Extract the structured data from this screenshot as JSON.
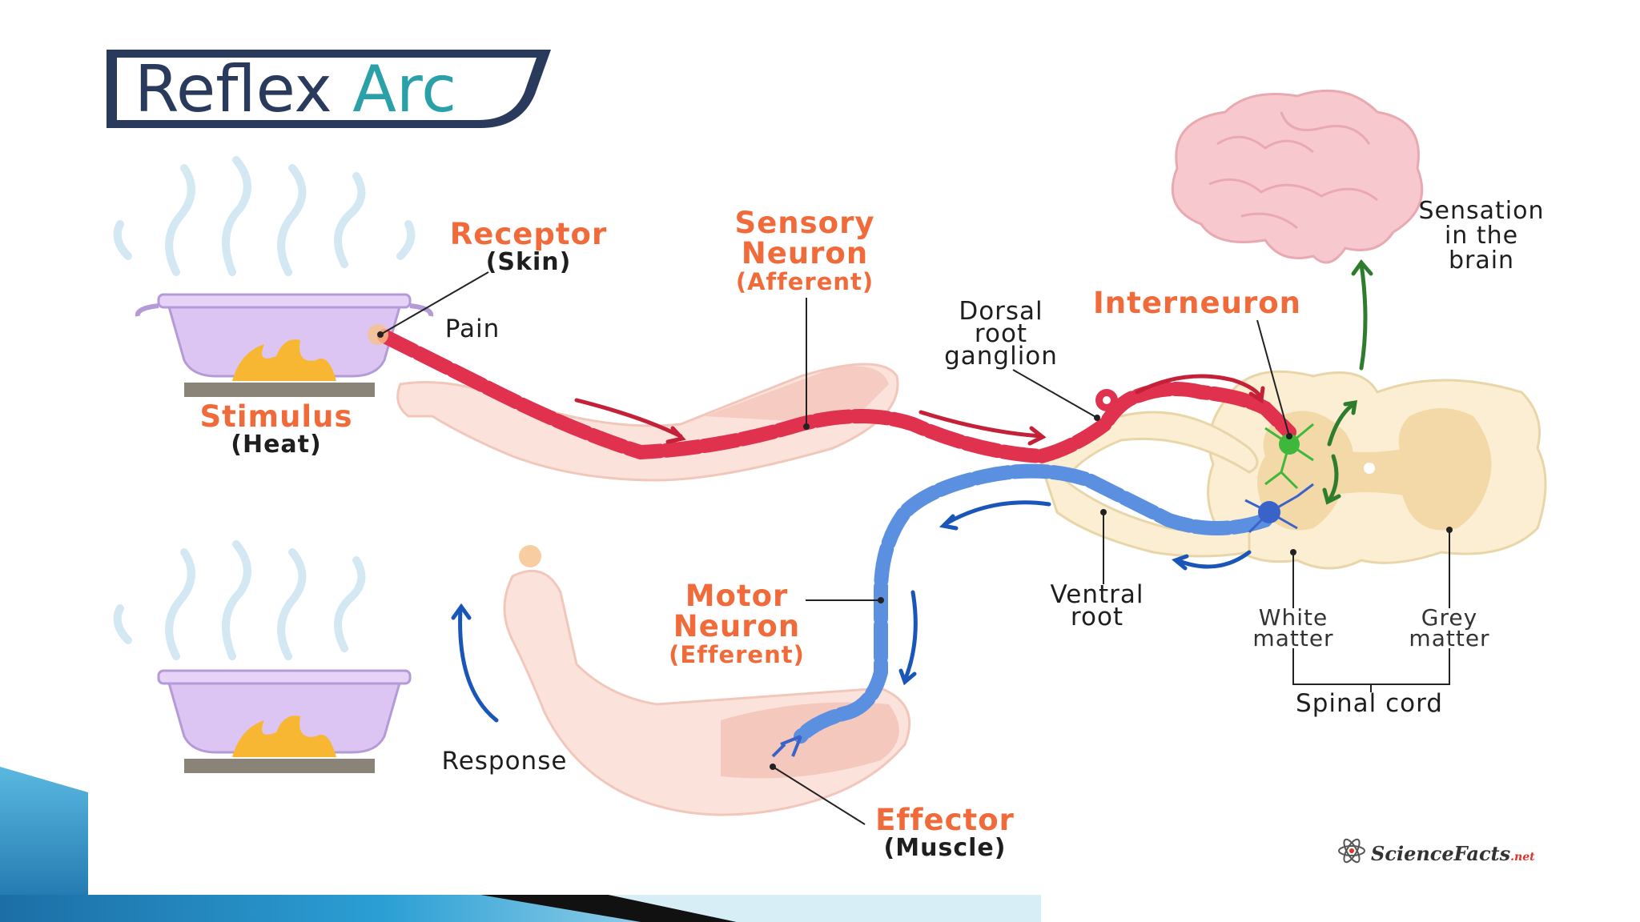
{
  "title": {
    "word1": "Reflex",
    "word2": "Arc"
  },
  "labels": {
    "receptor": "Receptor",
    "receptor_sub": "(Skin)",
    "pain": "Pain",
    "stimulus": "Stimulus",
    "stimulus_sub": "(Heat)",
    "sensory1": "Sensory",
    "sensory2": "Neuron",
    "sensory_sub": "(Afferent)",
    "dorsal1": "Dorsal",
    "dorsal2": "root",
    "dorsal3": "ganglion",
    "interneuron": "Interneuron",
    "sensation1": "Sensation",
    "sensation2": "in the",
    "sensation3": "brain",
    "motor1": "Motor",
    "motor2": "Neuron",
    "motor_sub": "(Efferent)",
    "ventral1": "Ventral",
    "ventral2": "root",
    "white1": "White",
    "white2": "matter",
    "grey1": "Grey",
    "grey2": "matter",
    "spinal_cord": "Spinal cord",
    "response": "Response",
    "effector": "Effector",
    "effector_sub": "(Muscle)"
  },
  "brand": {
    "name": "ScienceFacts",
    "suffix": ".net"
  },
  "colors": {
    "accent_orange": "#f06a3a",
    "sensory_red": "#e0314f",
    "motor_blue": "#5b8fe0",
    "interneuron_green": "#3db83a",
    "arrow_green": "#2e7d2e",
    "title_navy": "#2a3a5c",
    "title_teal": "#2aa0a8"
  }
}
